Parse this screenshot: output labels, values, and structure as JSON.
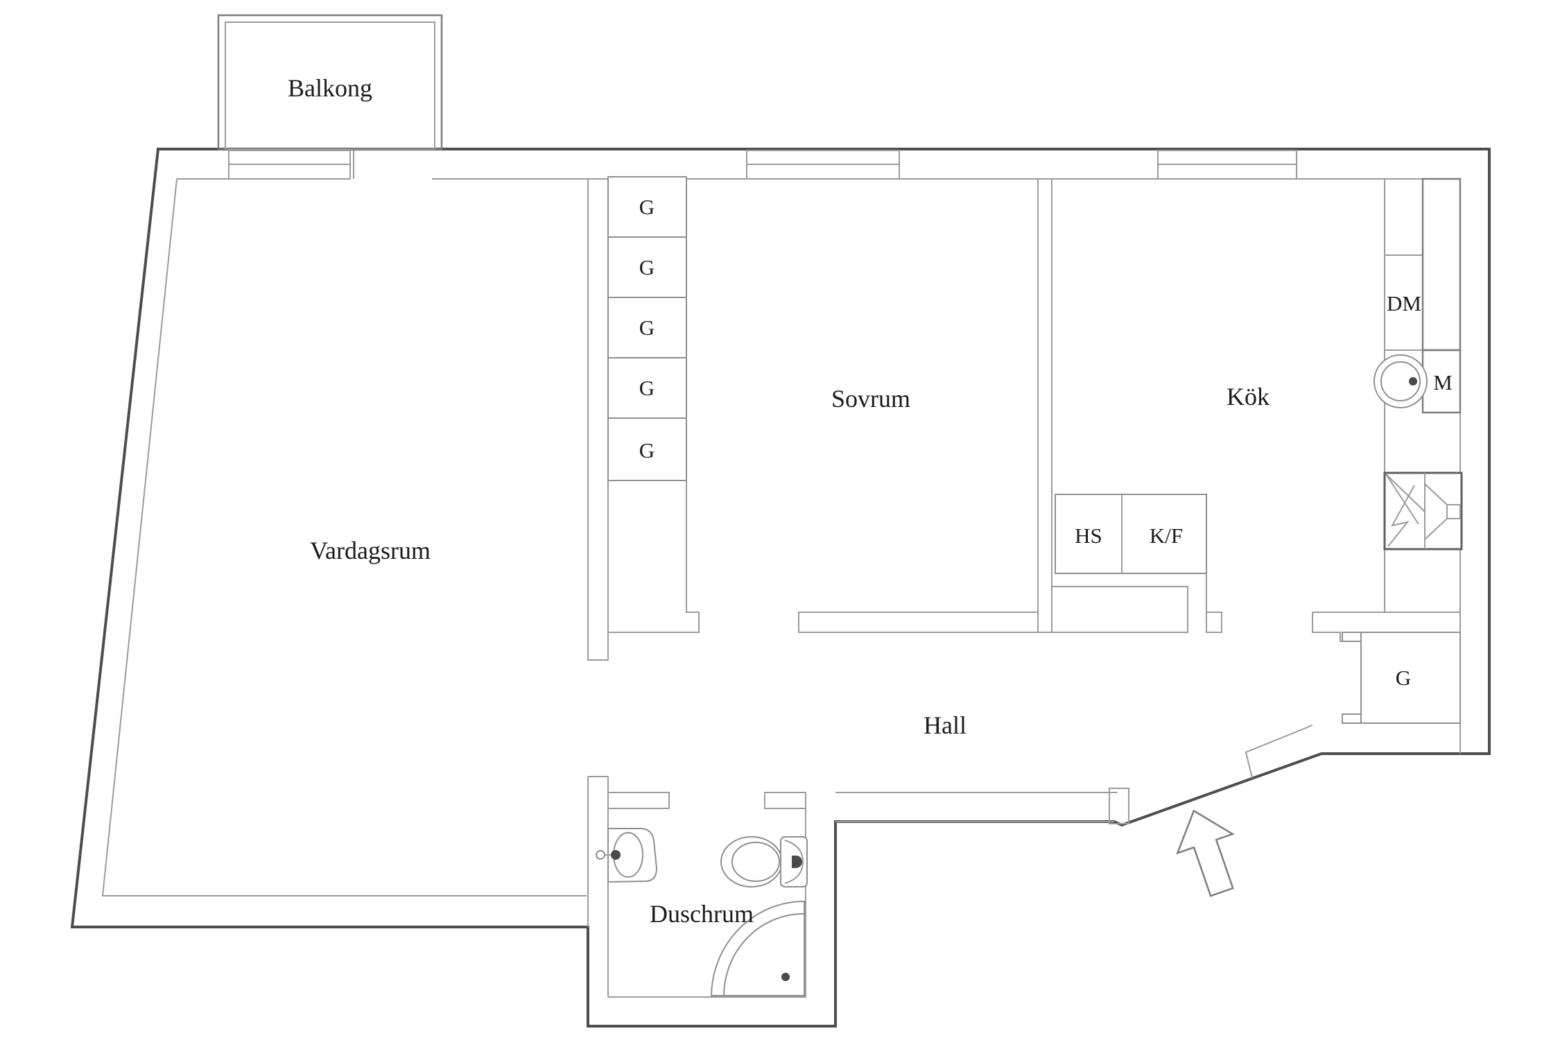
{
  "floorplan": {
    "rooms": {
      "balcony": "Balkong",
      "living_room": "Vardagsrum",
      "bedroom": "Sovrum",
      "kitchen": "Kök",
      "hall": "Hall",
      "shower_room": "Duschrum"
    },
    "bedroom_wardrobes": [
      "G",
      "G",
      "G",
      "G",
      "G"
    ],
    "hall_wardrobe": "G",
    "kitchen_units": {
      "tall_cabinet": "HS",
      "fridge_freezer": "K/F",
      "dishwasher": "DM",
      "microwave": "M"
    },
    "colors": {
      "background": "#ffffff",
      "wall_dark": "#4d4d4d",
      "wall_light": "#9b9b9b",
      "text": "#1b1b1b"
    }
  }
}
